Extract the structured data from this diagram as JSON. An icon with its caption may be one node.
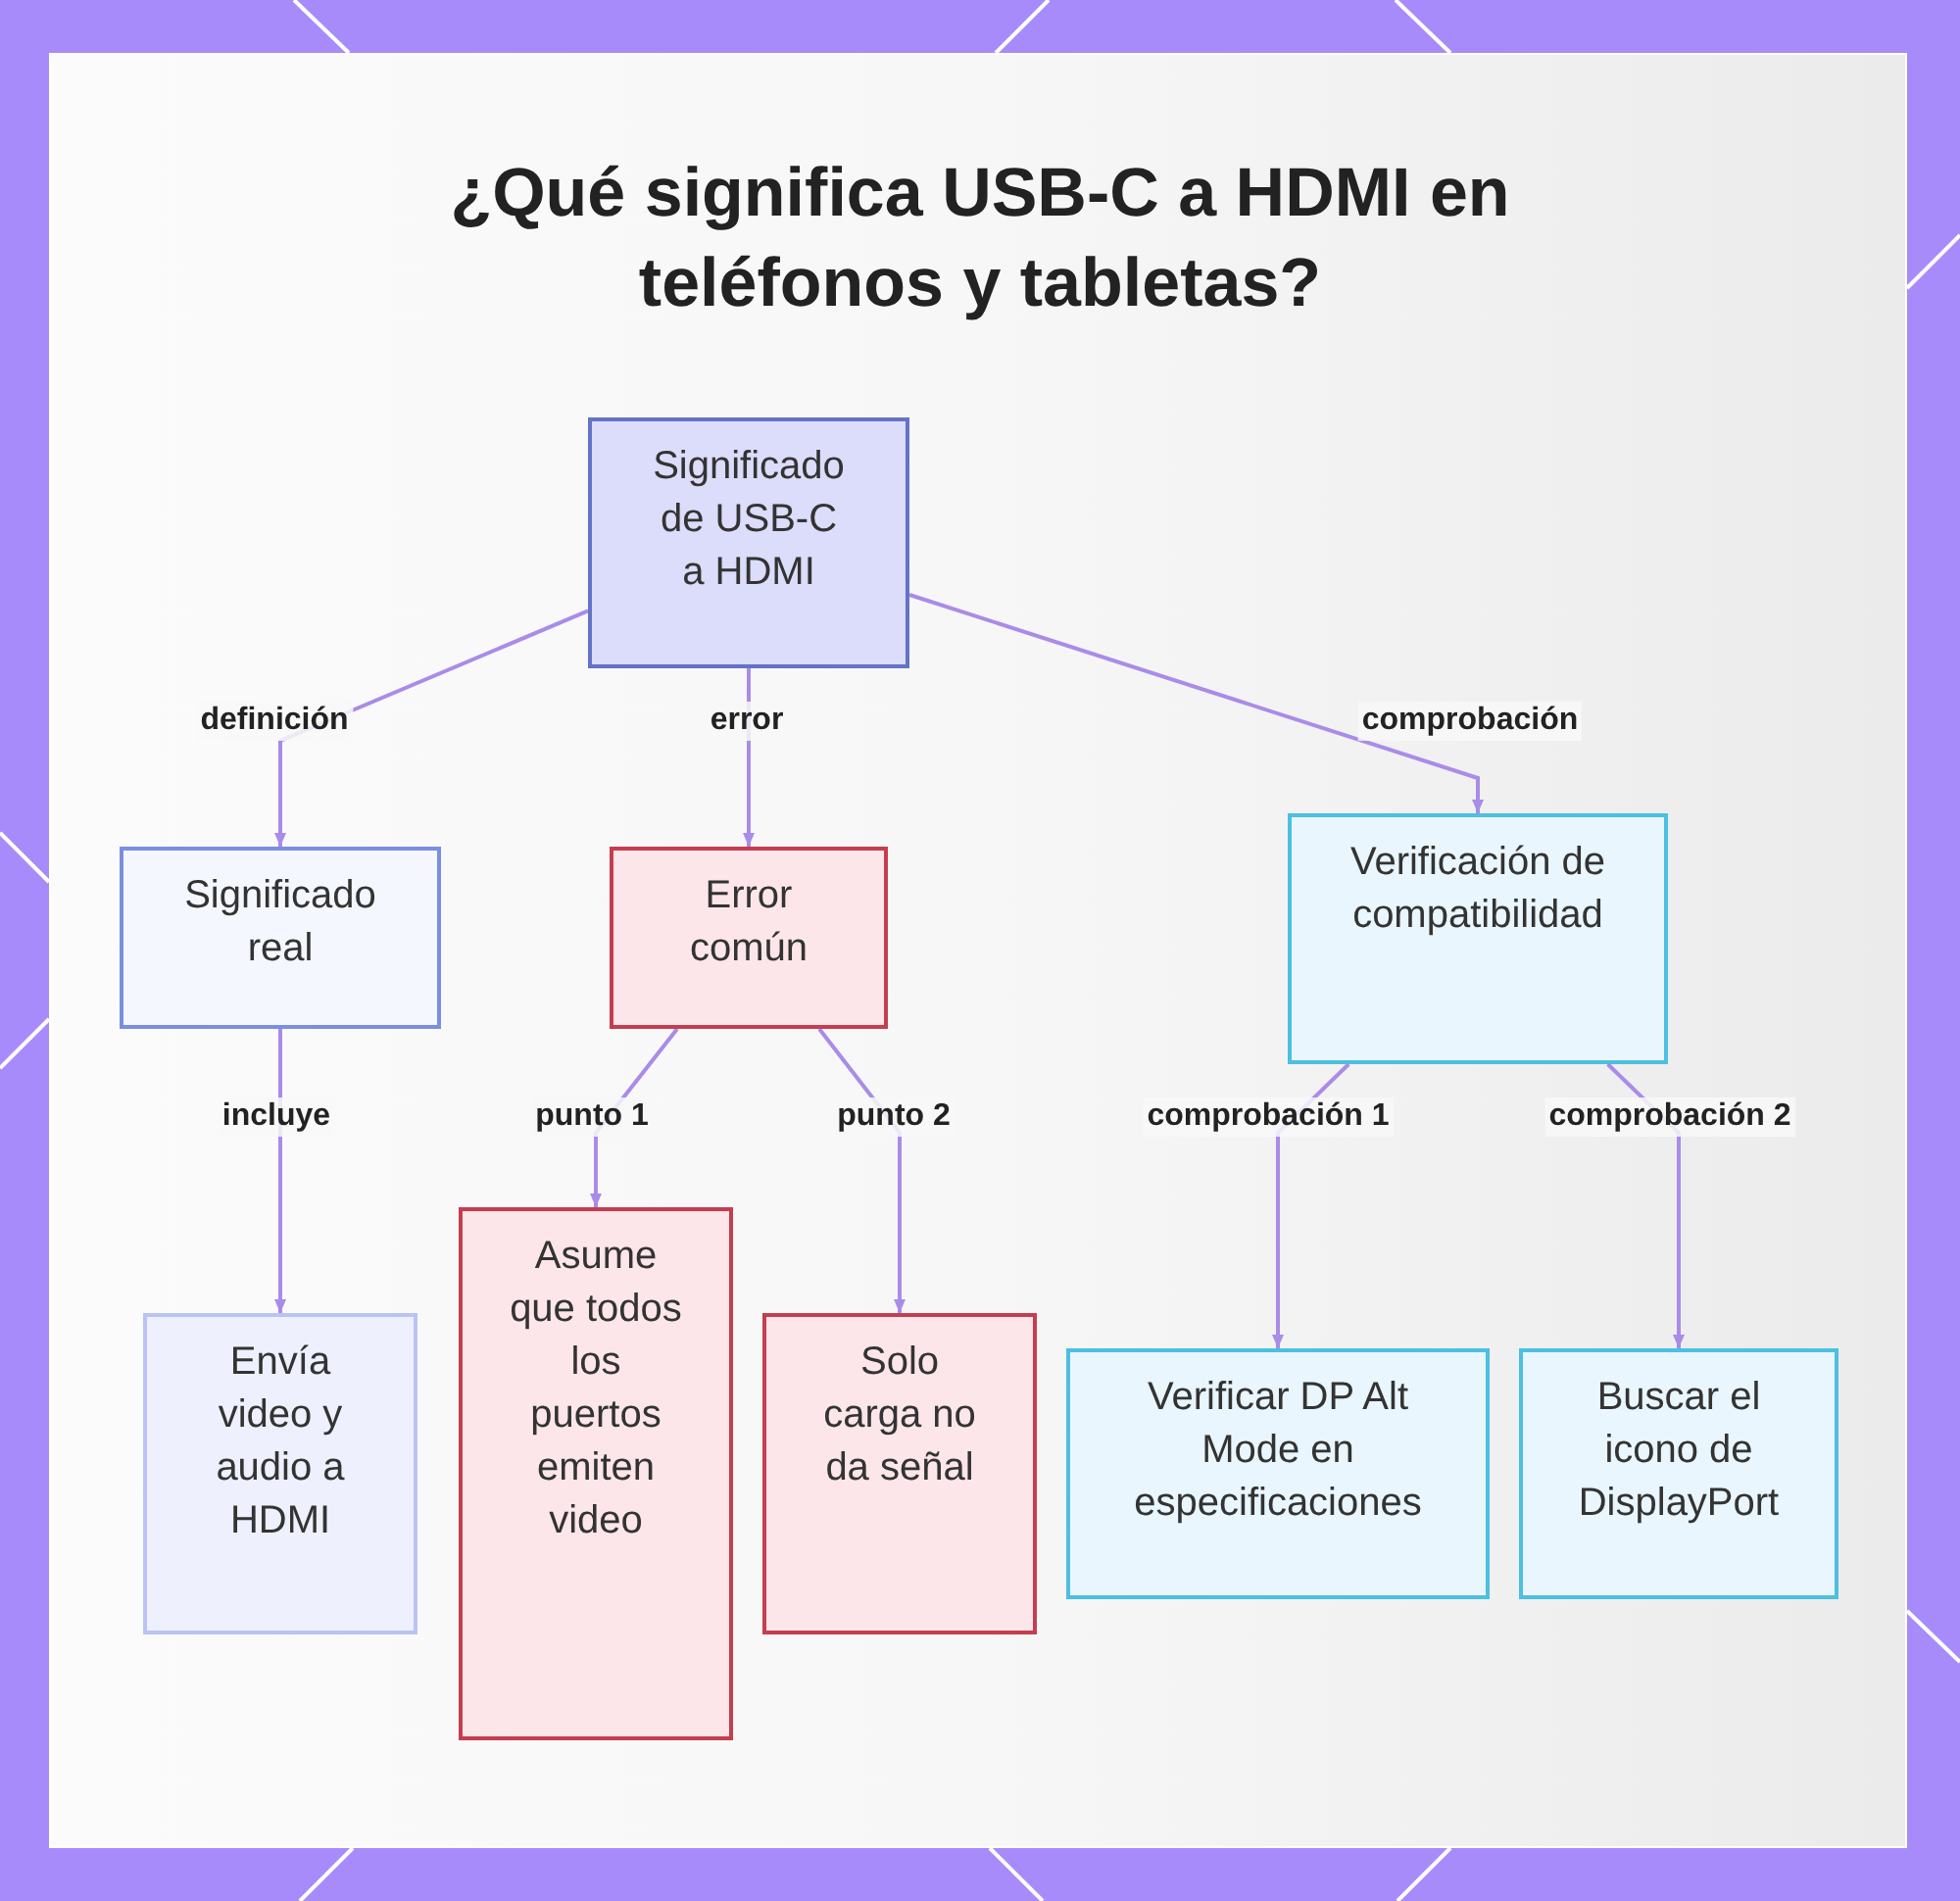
{
  "diagram": {
    "title": "¿Qué significa USB-C a HDMI en teléfonos y tabletas?",
    "nodes": [
      {
        "text": [
          "Significado de USB-C a HDMI"
        ]
      },
      {
        "text": [
          "Significado real"
        ]
      },
      {
        "text": [
          "Error común"
        ]
      },
      {
        "text": [
          "Verificación de compatibilidad"
        ]
      },
      {
        "text": [
          "Envía video y audio a HDMI"
        ]
      },
      {
        "text": [
          "Asume que todos los puertos emiten video"
        ]
      },
      {
        "text": [
          "Solo carga no da señal"
        ]
      },
      {
        "text": [
          "Verificar DP Alt Mode en especificaciones"
        ]
      },
      {
        "text": [
          "Buscar el icono de DisplayPort"
        ]
      }
    ],
    "edges": [
      {
        "from": 0,
        "to": 1,
        "arrow": "to",
        "label": "definición"
      },
      {
        "from": 0,
        "to": 2,
        "arrow": "to",
        "label": "error"
      },
      {
        "from": 0,
        "to": 3,
        "arrow": "to",
        "label": "comprobación"
      },
      {
        "from": 1,
        "to": 4,
        "arrow": "to",
        "label": "incluye"
      },
      {
        "from": 2,
        "to": 5,
        "arrow": "to",
        "label": "punto 1"
      },
      {
        "from": 2,
        "to": 6,
        "arrow": "to",
        "label": "punto 2"
      },
      {
        "from": 3,
        "to": 7,
        "arrow": "to",
        "label": "comprobación 1"
      },
      {
        "from": 3,
        "to": 8,
        "arrow": "to",
        "label": "comprobación 2"
      }
    ]
  }
}
